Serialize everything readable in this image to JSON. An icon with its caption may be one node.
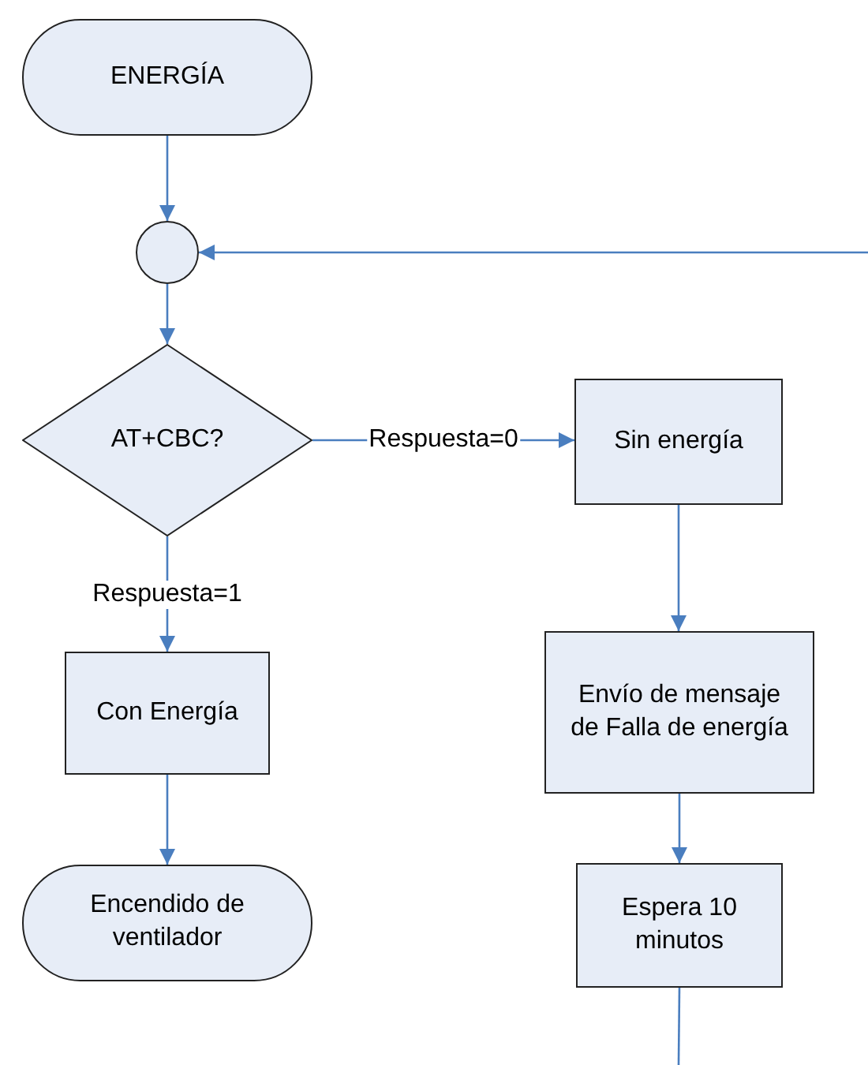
{
  "diagram": {
    "nodes": [
      {
        "text": [
          "ENERGÍA"
        ]
      },
      {
        "text": [],
        "shape": "circle"
      },
      {
        "text": [
          "AT+CBC?"
        ]
      },
      {
        "text": [
          "Sin energía"
        ]
      },
      {
        "text": [
          "Con Energía"
        ]
      },
      {
        "text": [
          "Encendido de ventilador"
        ]
      },
      {
        "text": [
          "Envío de mensaje de Falla de energía"
        ]
      },
      {
        "text": [
          "Espera 10 minutos"
        ]
      }
    ],
    "edges": [
      {
        "from": 0,
        "to": 1,
        "arrow": "to"
      },
      {
        "from": 1,
        "to": 2,
        "arrow": "to"
      },
      {
        "from": 2,
        "to": 3,
        "arrow": "to",
        "label": "Respuesta=0"
      },
      {
        "from": 2,
        "to": 4,
        "arrow": "to",
        "label": "Respuesta=1"
      },
      {
        "from": 4,
        "to": 5,
        "arrow": "to"
      },
      {
        "from": 3,
        "to": 6,
        "arrow": "to"
      },
      {
        "from": 6,
        "to": 7,
        "arrow": "to"
      },
      {
        "from": 7,
        "to": null,
        "arrow": "none"
      },
      {
        "from": null,
        "to": 1,
        "arrow": "to"
      }
    ]
  }
}
